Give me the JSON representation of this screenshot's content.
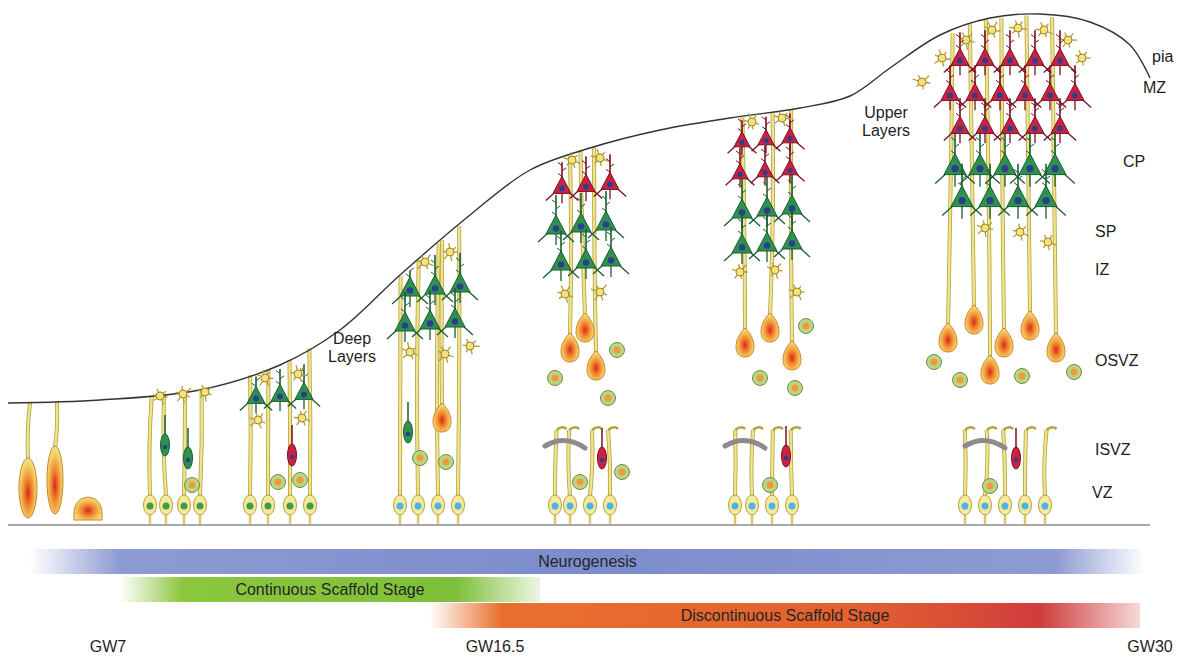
{
  "diagram": {
    "nodes": [
      {
        "text": [
          "Neurogenesis"
        ]
      },
      {
        "text": [
          "Continuous Scaffold Stage"
        ]
      },
      {
        "text": [
          "Discontinuous Scaffold Stage"
        ]
      }
    ],
    "labels": [
      "pia",
      "MZ",
      "Upper Layers",
      "CP",
      "Deep Layers",
      "SP",
      "IZ",
      "OSVZ",
      "ISVZ",
      "VZ",
      "GW7",
      "GW16.5",
      "GW30"
    ]
  }
}
